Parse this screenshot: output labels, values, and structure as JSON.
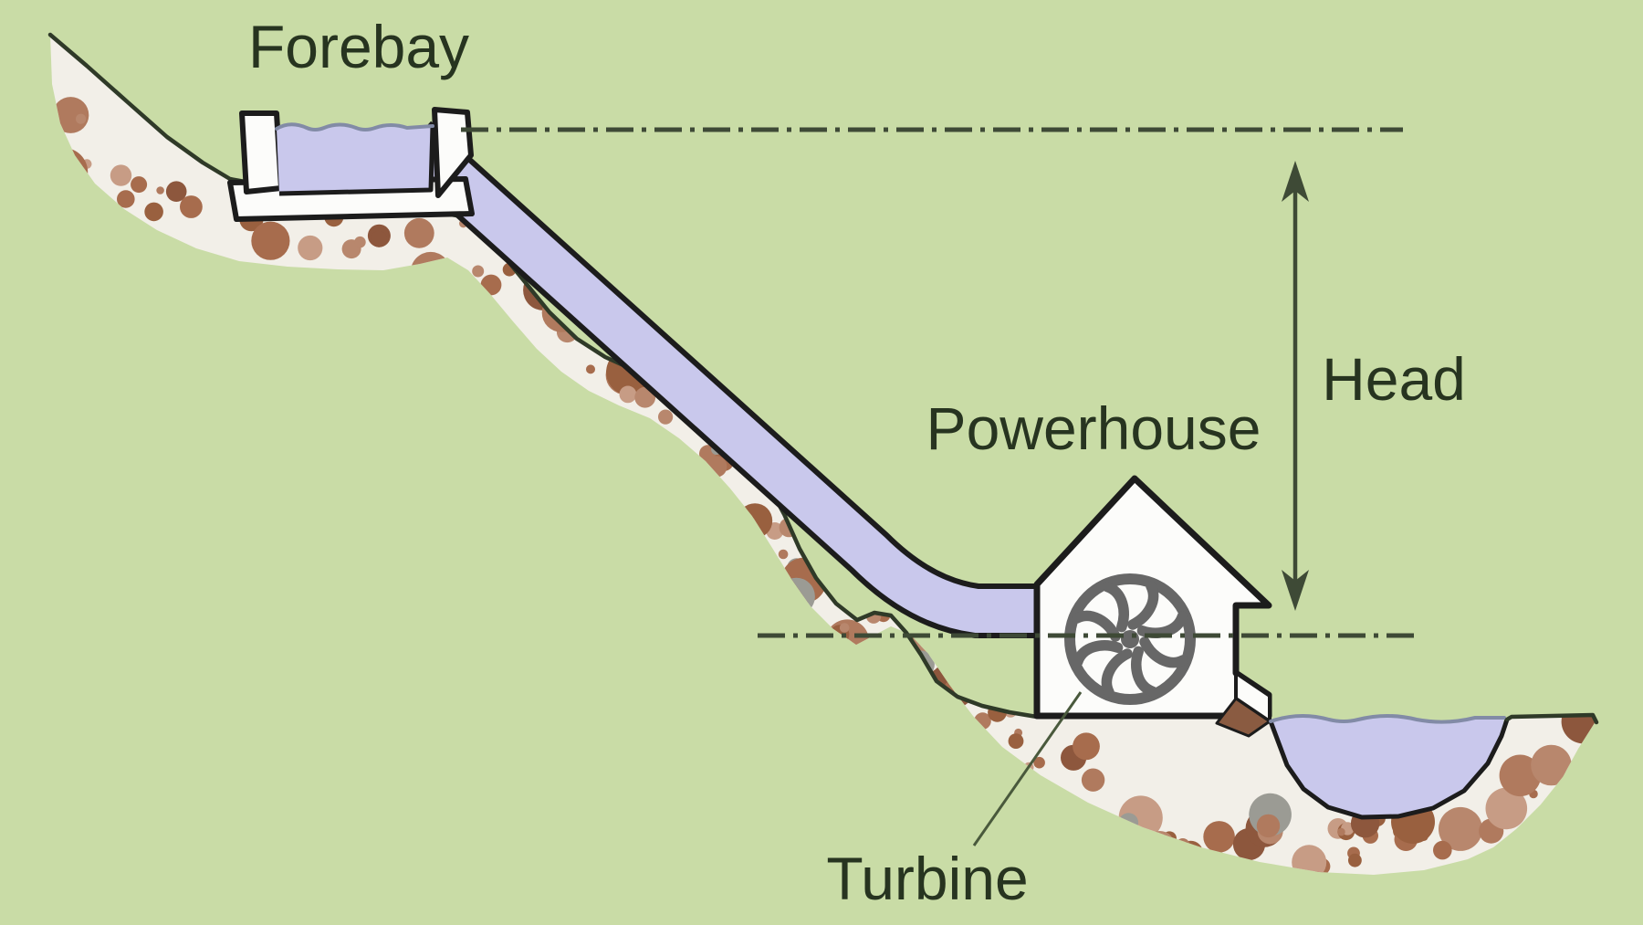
{
  "diagram": {
    "type": "micro-hydro-system-cross-section",
    "labels": {
      "forebay": "Forebay",
      "powerhouse": "Powerhouse",
      "head": "Head",
      "turbine": "Turbine"
    },
    "colors": {
      "background": "#c9dca6",
      "water": "#c9c8ec",
      "water_surface_line": "#828ba6",
      "terrain_fill": "#f2efe8",
      "outline": "#1c1c1c",
      "ground_line": "#2f3a28",
      "datum_line": "#3e4a36",
      "turbine": "#676767",
      "structure_white": "#fcfcfa",
      "chute_brown": "#8a5b41",
      "leader_line": "#49593c",
      "text": "#273420",
      "pebbles": [
        "#a76c4d",
        "#b8876d",
        "#99603f",
        "#c79c85",
        "#8d573d",
        "#b07a5e",
        "#9b9b94"
      ]
    }
  }
}
